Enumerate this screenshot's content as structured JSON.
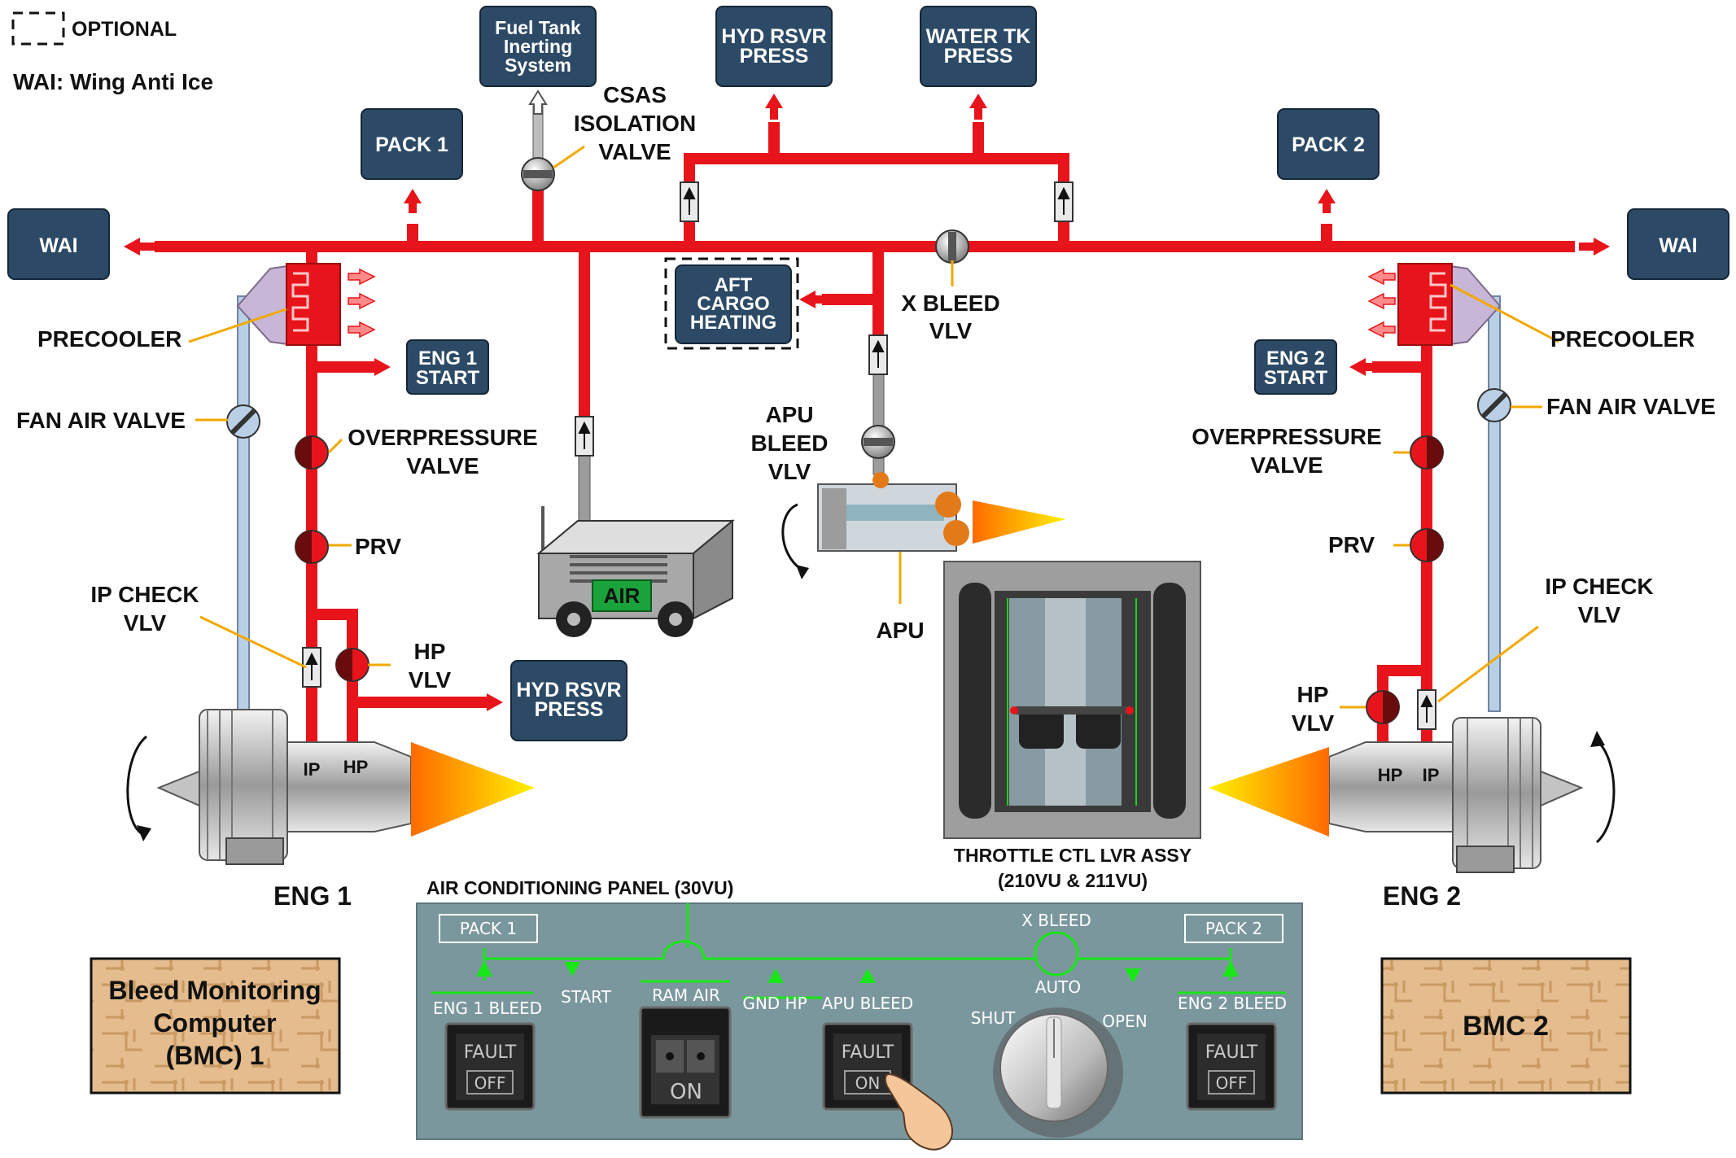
{
  "legend": {
    "optional_label": "OPTIONAL",
    "wai_note": "WAI: Wing Anti Ice"
  },
  "boxes": {
    "fuel_tank": [
      "Fuel Tank",
      "Inerting",
      "System"
    ],
    "hyd_rsvr_top": [
      "HYD RSVR",
      "PRESS"
    ],
    "water_tk": [
      "WATER TK",
      "PRESS"
    ],
    "pack1": "PACK 1",
    "pack2": "PACK 2",
    "wai_left": "WAI",
    "wai_right": "WAI",
    "aft_cargo": [
      "AFT",
      "CARGO",
      "HEATING"
    ],
    "eng1_start": [
      "ENG 1",
      "START"
    ],
    "eng2_start": [
      "ENG 2",
      "START"
    ],
    "hyd_rsvr_left": [
      "HYD RSVR",
      "PRESS"
    ]
  },
  "labels": {
    "csas": [
      "CSAS",
      "ISOLATION",
      "VALVE"
    ],
    "x_bleed": [
      "X BLEED",
      "VLV"
    ],
    "precooler_left": "PRECOOLER",
    "precooler_right": "PRECOOLER",
    "fan_air_left": "FAN AIR VALVE",
    "fan_air_right": "FAN AIR VALVE",
    "overpressure_left": [
      "OVERPRESSURE",
      "VALVE"
    ],
    "overpressure_right": [
      "OVERPRESSURE",
      "VALVE"
    ],
    "prv_left": "PRV",
    "prv_right": "PRV",
    "ip_check_left": [
      "IP CHECK",
      "VLV"
    ],
    "ip_check_right": [
      "IP CHECK",
      "VLV"
    ],
    "hp_vlv_left": [
      "HP",
      "VLV"
    ],
    "hp_vlv_right": [
      "HP",
      "VLV"
    ],
    "apu_bleed": [
      "APU",
      "BLEED",
      "VLV"
    ],
    "apu": "APU",
    "air_cart": "AIR",
    "ip_left": "IP",
    "hp_left": "HP",
    "ip_right": "IP",
    "hp_right": "HP",
    "eng1": "ENG 1",
    "eng2": "ENG 2",
    "throttle": [
      "THROTTLE CTL LVR ASSY",
      "(210VU & 211VU)"
    ],
    "ac_panel_title": "AIR CONDITIONING PANEL (30VU)"
  },
  "panel": {
    "pack1": "PACK 1",
    "pack2": "PACK 2",
    "x_bleed": "X BLEED",
    "eng1_bleed": "ENG 1 BLEED",
    "eng2_bleed": "ENG 2 BLEED",
    "start": "START",
    "ram_air": "RAM AIR",
    "gnd_hp": "GND HP",
    "apu_bleed": "APU BLEED",
    "auto": "AUTO",
    "shut": "SHUT",
    "open": "OPEN",
    "fault": "FAULT",
    "off": "OFF",
    "on": "ON"
  },
  "bmc": {
    "left": [
      "Bleed Monitoring",
      "Computer",
      "(BMC) 1"
    ],
    "right": "BMC 2"
  },
  "colors": {
    "duct": "#e8141b",
    "fan_duct": "#b9cfe6",
    "box": "#2c4a66",
    "panel": "#7b979e",
    "panel_green": "#19e619",
    "bmc": "#e4bc8e"
  }
}
